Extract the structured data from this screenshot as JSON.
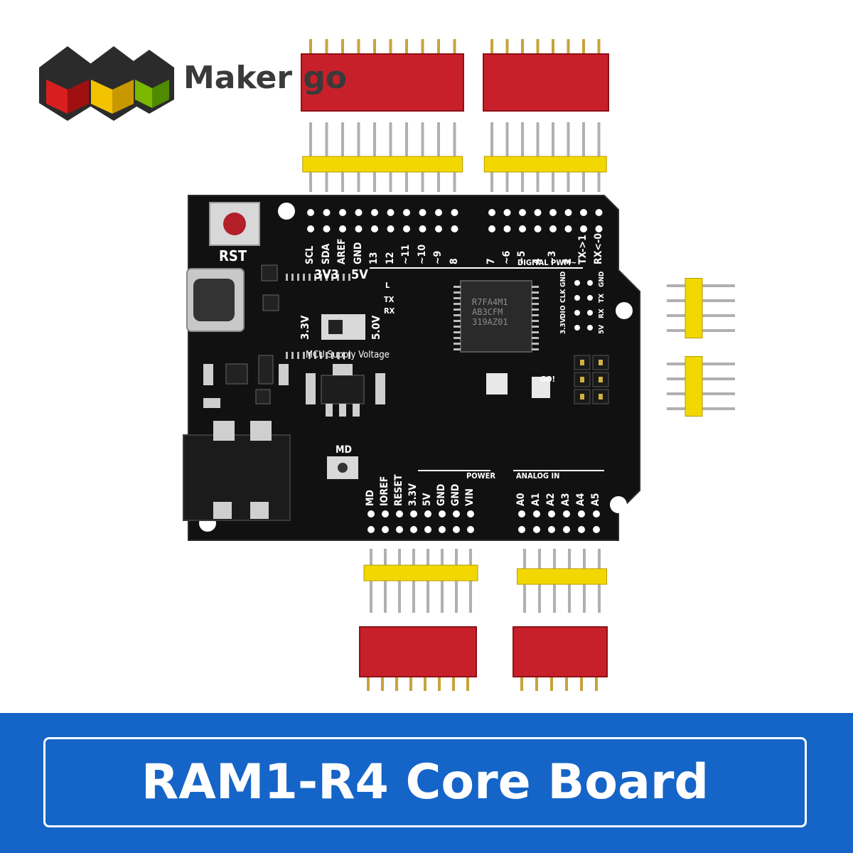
{
  "brand": {
    "name": "Maker go",
    "logo_colors": [
      "#d81e1e",
      "#f2c200",
      "#7ab800"
    ]
  },
  "banner": {
    "title": "RAM1-R4 Core Board"
  },
  "board": {
    "reset_label": "RST",
    "voltage_3v3": "3V3",
    "voltage_5v": "5V",
    "switch_left": "3.3V",
    "switch_right": "5.0V",
    "supply_label": "MCU Supply Voltage",
    "led_labels": [
      "L",
      "TX",
      "RX"
    ],
    "mode_button": "MD",
    "go_label": "GO!",
    "digital_label": "DIGITAL PWM~",
    "power_label": "POWER",
    "analog_label": "ANALOG IN",
    "chip_text": "R7FA4M1\nAB3CFM\n319AZ01",
    "top_pins_left": [
      "SCL",
      "SDA",
      "AREF",
      "GND",
      "13",
      "12",
      "~11",
      "~10",
      "~9",
      "8"
    ],
    "top_pins_right": [
      "7",
      "~6",
      "~5",
      "4",
      "~3",
      "2",
      "TX->1",
      "RX<-0"
    ],
    "power_pins": [
      "MD",
      "IOREF",
      "RESET",
      "3.3V",
      "5V",
      "GND",
      "GND",
      "VIN"
    ],
    "analog_pins": [
      "A0",
      "A1",
      "A2",
      "A3",
      "A4",
      "A5"
    ],
    "debug_labels_left": [
      "3.3V",
      "DIO",
      "CLK",
      "GND"
    ],
    "debug_labels_right": [
      "5V",
      "RX",
      "TX",
      "GND"
    ]
  },
  "colors": {
    "banner_blue": "#1565c8",
    "pcb_black": "#111111",
    "header_red": "#c8202a",
    "header_yellow": "#f2d800"
  }
}
